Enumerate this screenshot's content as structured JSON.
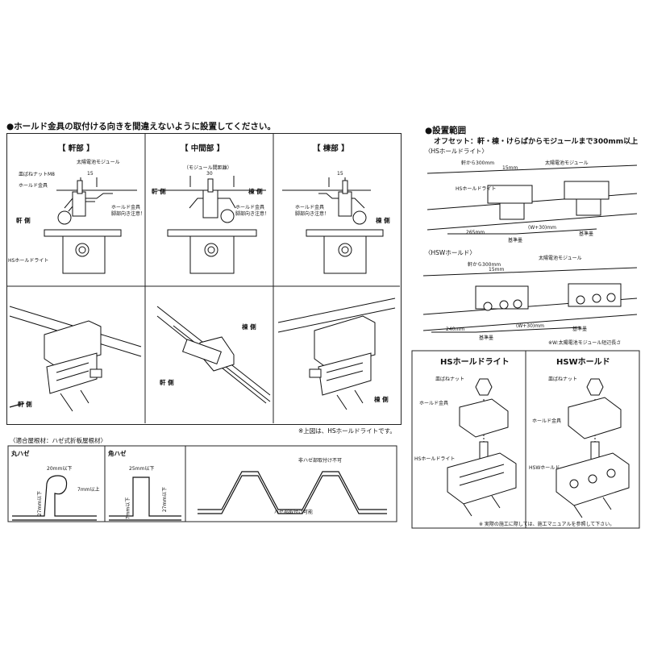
{
  "left_title": "●ホールド金具の取付ける向きを間違えないように設置してください。",
  "panels": [
    {
      "heading": "【 軒部 】"
    },
    {
      "heading": "【 中間部 】"
    },
    {
      "heading": "【 棟部 】"
    }
  ],
  "labels": {
    "solar_module": "太陽電池モジュール",
    "disc_spring_nut": "皿ばねナットM8",
    "hold_bracket": "ホールド金具",
    "eave_side": "軒 側",
    "ridge_side": "棟 側",
    "hs_hold_dry": "HSホールドライト",
    "caution": "ホールド金具",
    "caution2": "脚部向き注意！",
    "dim15": "15",
    "dim30": "30",
    "module_spacing": "（モジュール間距離）",
    "note_above": "※上図は、HSホールドライトです。"
  },
  "roof": {
    "title": "〈適合屋根材：ハゼ式折板屋根材〉",
    "maru": "丸ハゼ",
    "kaku": "角ハゼ",
    "maru_20": "20mm以下",
    "maru_27": "27mm以下",
    "maru_7": "7mm以上",
    "kaku_25": "25mm以下",
    "kaku_27": "27mm以下",
    "kaku_7": "7mm以下",
    "no_install": "非ハゼ部取付け不可",
    "ok_install": "ハゼ部取付け可能"
  },
  "range": {
    "title": "●設置範囲",
    "offset": "オフセット：軒・棟・けらばからモジュールまで300mm以上",
    "hs_label": "〈HSホールドライト〉",
    "hsw_label": "〈HSWホールド〉",
    "from_eave": "軒から300mm",
    "d15": "15mm",
    "module": "太陽電池モジュール",
    "hs_dry": "HSホールドライト",
    "d265": "265mm",
    "w30": "(W+30)mm",
    "ref": "基準墨",
    "ref2": "基準墨",
    "d240": "240mm",
    "w_note": "※W:太陽電池モジュール短辺長さ"
  },
  "parts": {
    "hs_title": "HSホールドライト",
    "hsw_title": "HSWホールド",
    "nut": "皿ばねナット",
    "bracket": "ホールド金具",
    "hs_dry": "HSホールドライト",
    "hsw_hold": "HSWホールド",
    "note": "※ 実際の施工に際しては、施工マニュアルを参照して下さい。"
  }
}
